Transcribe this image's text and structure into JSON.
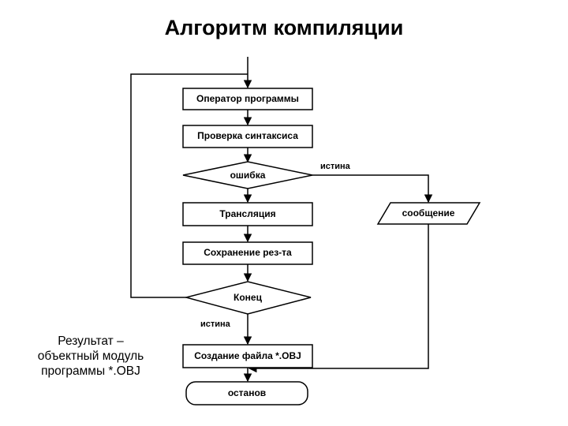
{
  "title": "Алгоритм компиляции",
  "nodes": {
    "operator": "Оператор программы",
    "syntax_check": "Проверка синтаксиса",
    "error": "ошибка",
    "translation": "Трансляция",
    "save_result": "Сохранение рез-та",
    "end": "Конец",
    "create_file": "Создание файла *.OBJ",
    "stop": "останов",
    "message": "сообщение"
  },
  "edge_labels": {
    "error_true": "истина",
    "end_true": "истина"
  },
  "note": {
    "line1": "Результат –",
    "line2": "объектный модуль",
    "line3": "программы *.OBJ"
  }
}
